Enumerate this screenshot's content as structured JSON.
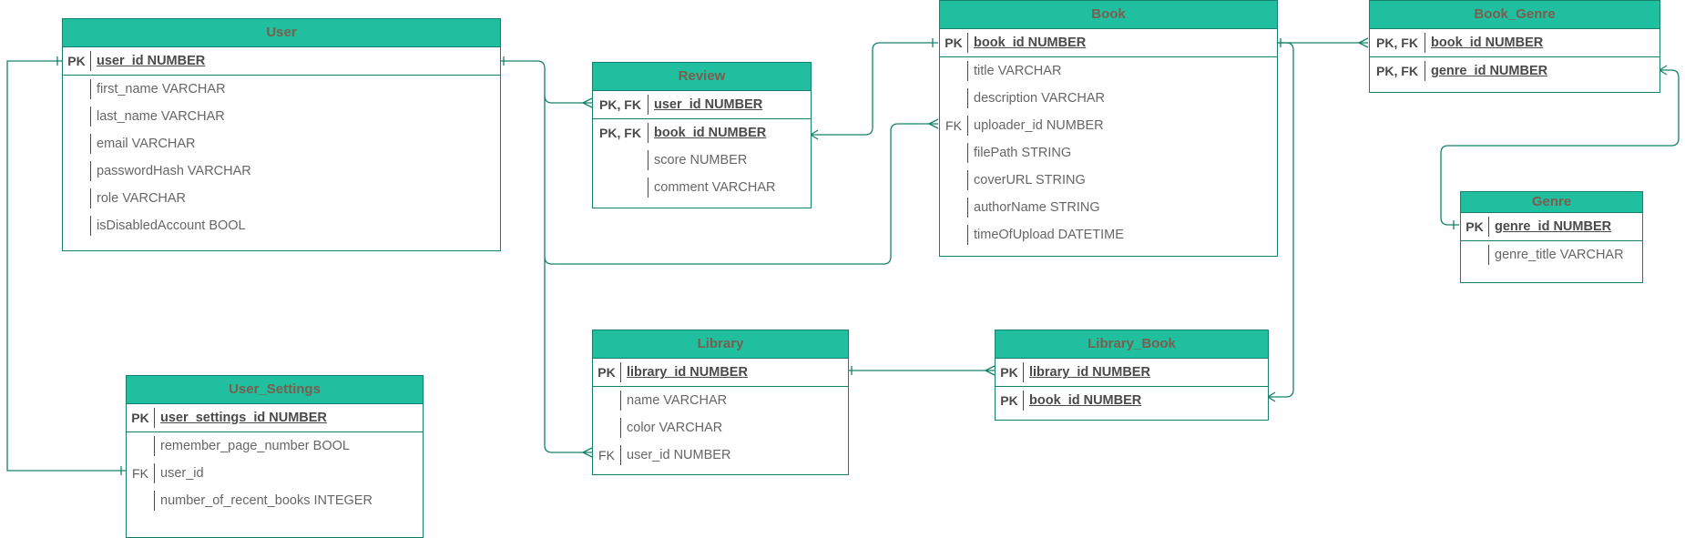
{
  "entities": {
    "user": {
      "name": "User",
      "fields": [
        {
          "key": "PK",
          "text": "user_id NUMBER",
          "pk": true
        },
        {
          "key": "",
          "text": "first_name VARCHAR"
        },
        {
          "key": "",
          "text": "last_name VARCHAR"
        },
        {
          "key": "",
          "text": "email VARCHAR"
        },
        {
          "key": "",
          "text": "passwordHash VARCHAR"
        },
        {
          "key": "",
          "text": "role VARCHAR"
        },
        {
          "key": "",
          "text": "isDisabledAccount BOOL"
        }
      ]
    },
    "review": {
      "name": "Review",
      "fields": [
        {
          "key": "PK, FK",
          "text": "user_id NUMBER",
          "pk": true
        },
        {
          "key": "PK, FK",
          "text": "book_id NUMBER",
          "pk": true
        },
        {
          "key": "",
          "text": "score NUMBER"
        },
        {
          "key": "",
          "text": "comment VARCHAR"
        }
      ]
    },
    "book": {
      "name": "Book",
      "fields": [
        {
          "key": "PK",
          "text": "book_id NUMBER",
          "pk": true
        },
        {
          "key": "",
          "text": "title VARCHAR"
        },
        {
          "key": "",
          "text": "description VARCHAR"
        },
        {
          "key": "FK",
          "text": "uploader_id  NUMBER"
        },
        {
          "key": "",
          "text": "filePath STRING"
        },
        {
          "key": "",
          "text": "coverURL STRING"
        },
        {
          "key": "",
          "text": "authorName STRING"
        },
        {
          "key": "",
          "text": "timeOfUpload DATETIME"
        }
      ]
    },
    "book_genre": {
      "name": "Book_Genre",
      "fields": [
        {
          "key": "PK, FK",
          "text": "book_id NUMBER",
          "pk": true
        },
        {
          "key": "PK, FK",
          "text": "genre_id NUMBER",
          "pk": true
        }
      ]
    },
    "genre": {
      "name": "Genre",
      "fields": [
        {
          "key": "PK",
          "text": "genre_id NUMBER",
          "pk": true
        },
        {
          "key": "",
          "text": "genre_title VARCHAR"
        }
      ]
    },
    "library": {
      "name": "Library",
      "fields": [
        {
          "key": "PK",
          "text": "library_id NUMBER",
          "pk": true
        },
        {
          "key": "",
          "text": "name VARCHAR"
        },
        {
          "key": "",
          "text": "color VARCHAR"
        },
        {
          "key": "FK",
          "text": "user_id NUMBER"
        }
      ]
    },
    "library_book": {
      "name": "Library_Book",
      "fields": [
        {
          "key": "PK",
          "text": "library_id NUMBER",
          "pk": true
        },
        {
          "key": "PK",
          "text": "book_id  NUMBER",
          "pk": true
        }
      ]
    },
    "user_settings": {
      "name": "User_Settings",
      "fields": [
        {
          "key": "PK",
          "text": "user_settings_id NUMBER",
          "pk": true
        },
        {
          "key": "",
          "text": "remember_page_number BOOL"
        },
        {
          "key": "FK",
          "text": "user_id"
        },
        {
          "key": "",
          "text": "number_of_recent_books INTEGER"
        }
      ]
    }
  },
  "colors": {
    "header_fill": "#1fbf9f",
    "border": "#17806a",
    "header_text": "#7a5e4e",
    "field_text": "#666666"
  }
}
